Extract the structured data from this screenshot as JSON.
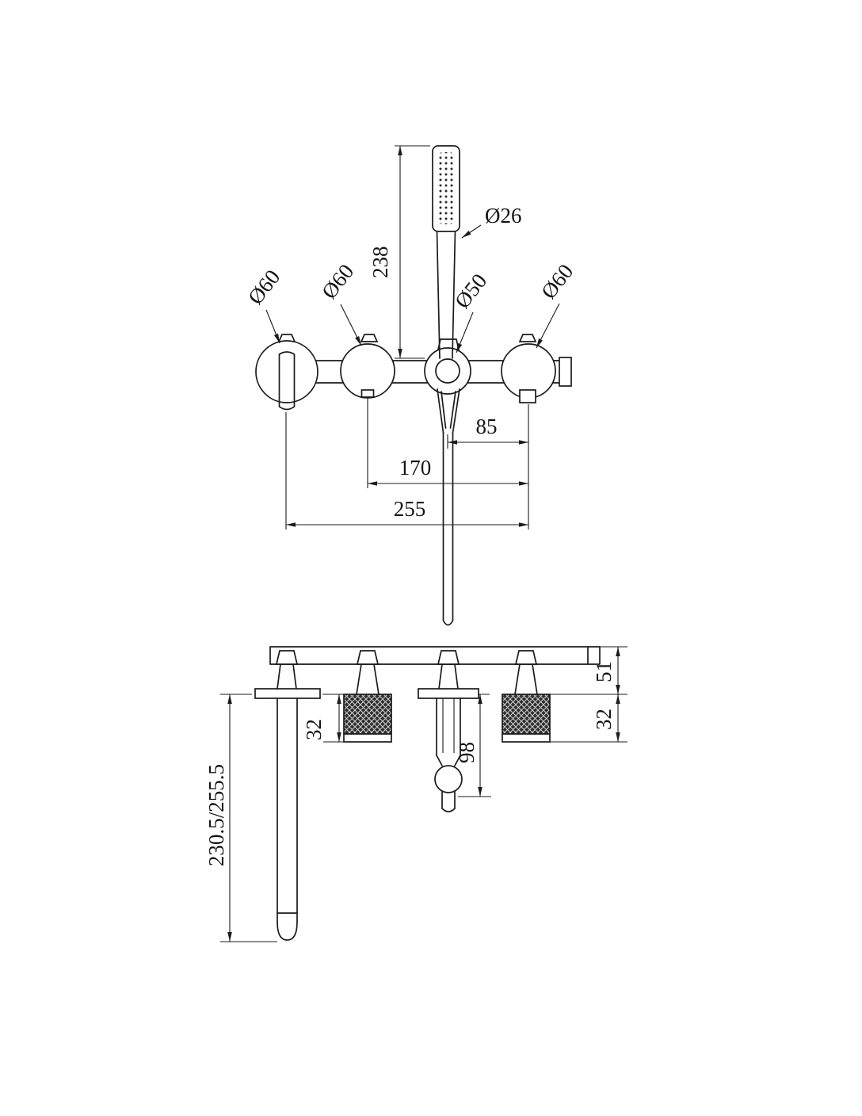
{
  "drawing": {
    "background": "#ffffff",
    "line_color": "#1b1b1b"
  },
  "front_view": {
    "labels": {
      "handshower_head_diameter": "Ø26",
      "handshower_length": "238",
      "handle_left_diameter": "Ø60",
      "handle_mid_diameter": "Ø60",
      "holder_diameter": "Ø50",
      "handle_right_diameter": "Ø60",
      "dim_85": "85",
      "dim_170": "170",
      "dim_255": "255"
    }
  },
  "side_view": {
    "labels": {
      "dim_51": "51",
      "dim_32_left": "32",
      "dim_98": "98",
      "dim_32_right": "32",
      "spout_reach": "230.5/255.5"
    }
  }
}
